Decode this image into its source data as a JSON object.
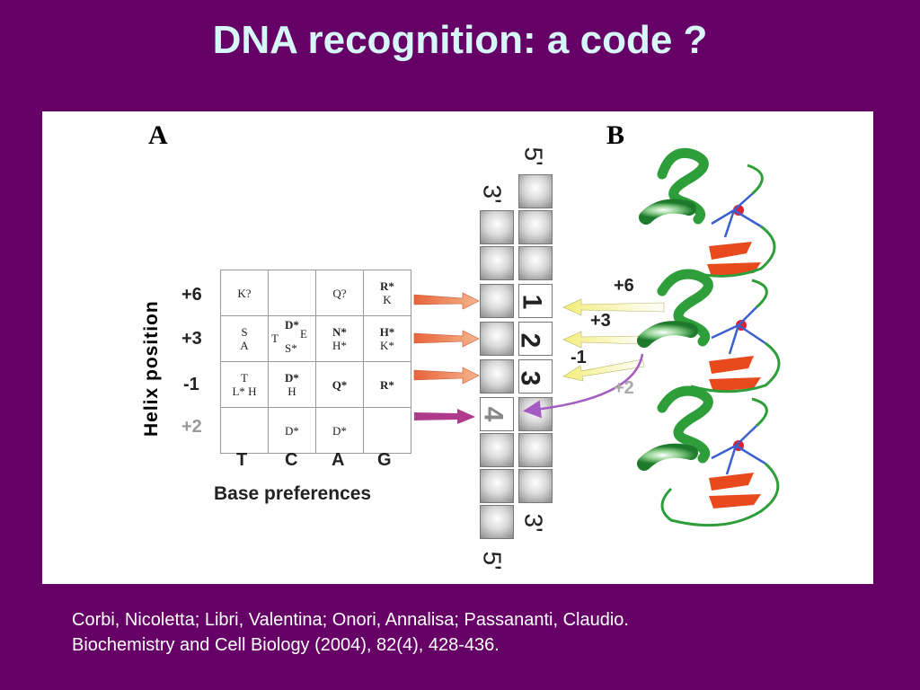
{
  "title": "DNA recognition: a code ?",
  "figure": {
    "panel_a_label": "A",
    "panel_b_label": "B",
    "y_axis_label": "Helix position",
    "x_axis_label": "Base preferences",
    "helix_positions": [
      "+6",
      "+3",
      "-1",
      "+2"
    ],
    "bases": [
      "T",
      "C",
      "A",
      "G"
    ],
    "grid": {
      "r0": {
        "t": "K?",
        "c": "",
        "a": "Q?",
        "g1": "R*",
        "g2": "K"
      },
      "r1": {
        "t1": "S",
        "t2": "A",
        "c1": "D*",
        "c2": "T",
        "c3": "E",
        "c4": "S*",
        "a1": "N*",
        "a2": "H*",
        "g1": "H*",
        "g2": "K*"
      },
      "r2": {
        "t1": "T",
        "t2": "L* H",
        "c1": "D*",
        "c2": "H",
        "a": "Q*",
        "g": "R*"
      },
      "r3": {
        "t": "",
        "c": "D*",
        "a": "D*",
        "g": ""
      }
    },
    "dna_ends": {
      "top_left": "3'",
      "top_right": "5'",
      "bottom_left": "5'",
      "bottom_right": "3'"
    },
    "dna_positions": [
      "1",
      "2",
      "3",
      "4"
    ],
    "protein_labels": [
      "+6",
      "+3",
      "-1",
      "+2"
    ]
  },
  "citation": {
    "line1": "Corbi, Nicoletta; Libri, Valentina; Onori, Annalisa; Passananti, Claudio.",
    "line2": "Biochemistry and Cell Biology  (2004),  82(4),  428-436."
  },
  "colors": {
    "background": "#660066",
    "title": "#d6f6fa",
    "arrow_orange": "#e8643c",
    "arrow_magenta": "#b03a8c",
    "arrow_yellow": "#f2ee7a",
    "helix_green": "#2e9e3a",
    "strand_red": "#e84a1e"
  }
}
